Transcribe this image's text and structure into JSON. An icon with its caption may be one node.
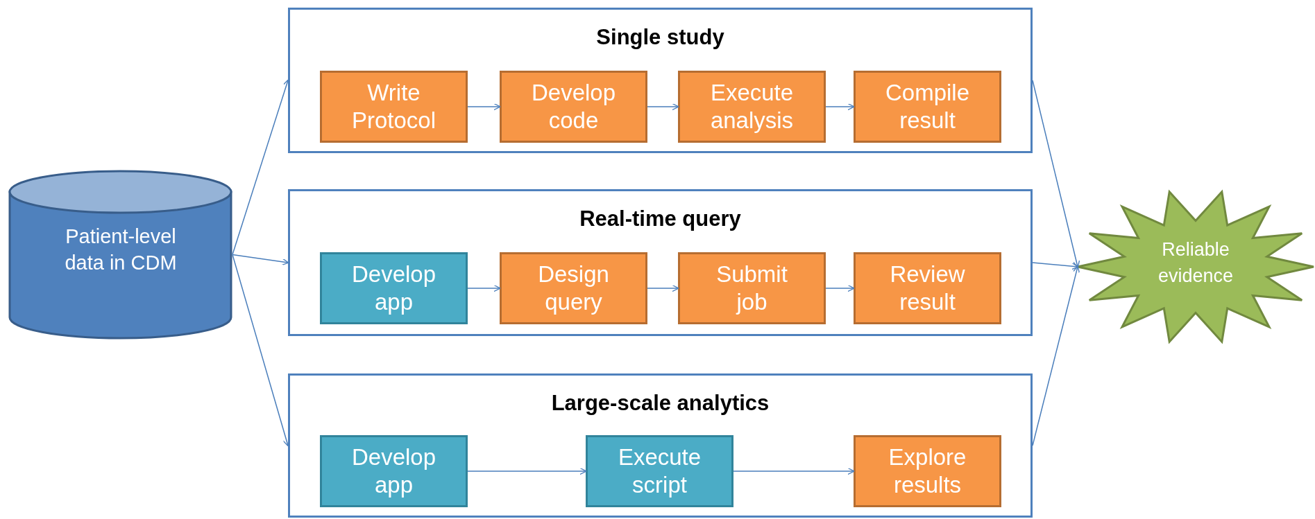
{
  "diagram": {
    "nodes": [
      {
        "text": [
          "Patient-level data in CDM"
        ]
      },
      {
        "text": [
          "Single study"
        ]
      },
      {
        "text": [
          "Write Protocol"
        ],
        "in": 1
      },
      {
        "text": [
          "Develop code"
        ],
        "in": 1
      },
      {
        "text": [
          "Execute analysis"
        ],
        "in": 1
      },
      {
        "text": [
          "Compile result"
        ],
        "in": 1
      },
      {
        "text": [
          "Real-time query"
        ]
      },
      {
        "text": [
          "Develop app"
        ],
        "in": 6
      },
      {
        "text": [
          "Design query"
        ],
        "in": 6
      },
      {
        "text": [
          "Submit job"
        ],
        "in": 6
      },
      {
        "text": [
          "Review result"
        ],
        "in": 6
      },
      {
        "text": [
          "Large-scale analytics"
        ]
      },
      {
        "text": [
          "Develop app"
        ],
        "in": 11
      },
      {
        "text": [
          "Execute script"
        ],
        "in": 11
      },
      {
        "text": [
          "Explore results"
        ],
        "in": 11
      },
      {
        "text": [
          "Reliable evidence"
        ]
      }
    ],
    "edges": [
      {
        "from": 0,
        "to": 1,
        "arrow": "to"
      },
      {
        "from": 0,
        "to": 6,
        "arrow": "to"
      },
      {
        "from": 0,
        "to": 11,
        "arrow": "to"
      },
      {
        "from": 2,
        "to": 3,
        "arrow": "to"
      },
      {
        "from": 3,
        "to": 4,
        "arrow": "to"
      },
      {
        "from": 4,
        "to": 5,
        "arrow": "to"
      },
      {
        "from": 7,
        "to": 8,
        "arrow": "to"
      },
      {
        "from": 8,
        "to": 9,
        "arrow": "to"
      },
      {
        "from": 9,
        "to": 10,
        "arrow": "to"
      },
      {
        "from": 12,
        "to": 13,
        "arrow": "to"
      },
      {
        "from": 13,
        "to": 14,
        "arrow": "to"
      },
      {
        "from": 1,
        "to": 15,
        "arrow": "to"
      },
      {
        "from": 6,
        "to": 15,
        "arrow": "to"
      },
      {
        "from": 11,
        "to": 15,
        "arrow": "to"
      }
    ]
  }
}
